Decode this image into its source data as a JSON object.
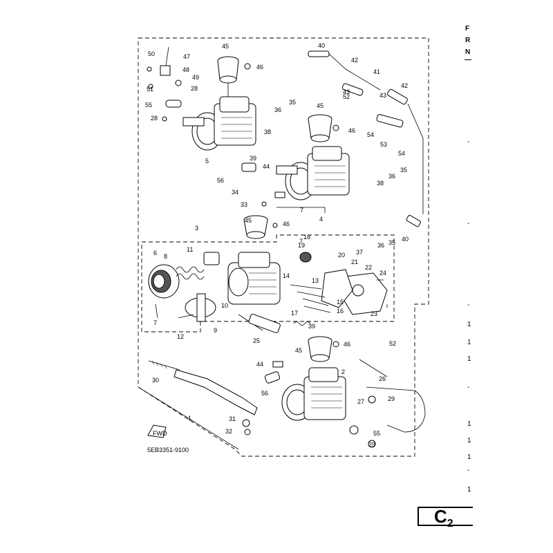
{
  "diagram": {
    "code": "5EB3351-9100",
    "fwd_label": "FWD",
    "section_code": "C",
    "section_sub": "2",
    "right_margin_letters": [
      "F",
      "R",
      "N"
    ],
    "right_margin_marks": [
      "-",
      "-",
      "-",
      "1",
      "1",
      "1",
      "-",
      "1",
      "1",
      "1",
      "-",
      "1"
    ],
    "part_labels": [
      {
        "n": "1"
      },
      {
        "n": "2"
      },
      {
        "n": "3"
      },
      {
        "n": "4"
      },
      {
        "n": "5"
      },
      {
        "n": "6"
      },
      {
        "n": "7"
      },
      {
        "n": "7"
      },
      {
        "n": "7"
      },
      {
        "n": "8"
      },
      {
        "n": "9"
      },
      {
        "n": "10"
      },
      {
        "n": "11"
      },
      {
        "n": "12"
      },
      {
        "n": "13"
      },
      {
        "n": "14"
      },
      {
        "n": "15"
      },
      {
        "n": "16"
      },
      {
        "n": "17"
      },
      {
        "n": "18"
      },
      {
        "n": "19"
      },
      {
        "n": "20"
      },
      {
        "n": "21"
      },
      {
        "n": "22"
      },
      {
        "n": "23"
      },
      {
        "n": "24"
      },
      {
        "n": "25"
      },
      {
        "n": "26"
      },
      {
        "n": "27"
      },
      {
        "n": "28"
      },
      {
        "n": "28"
      },
      {
        "n": "29"
      },
      {
        "n": "29"
      },
      {
        "n": "30"
      },
      {
        "n": "31"
      },
      {
        "n": "32"
      },
      {
        "n": "33"
      },
      {
        "n": "34"
      },
      {
        "n": "35"
      },
      {
        "n": "35"
      },
      {
        "n": "35"
      },
      {
        "n": "36"
      },
      {
        "n": "36"
      },
      {
        "n": "36"
      },
      {
        "n": "37"
      },
      {
        "n": "38"
      },
      {
        "n": "38"
      },
      {
        "n": "39"
      },
      {
        "n": "39"
      },
      {
        "n": "40"
      },
      {
        "n": "40"
      },
      {
        "n": "41"
      },
      {
        "n": "42"
      },
      {
        "n": "42"
      },
      {
        "n": "43"
      },
      {
        "n": "43"
      },
      {
        "n": "44"
      },
      {
        "n": "44"
      },
      {
        "n": "45"
      },
      {
        "n": "45"
      },
      {
        "n": "45"
      },
      {
        "n": "45"
      },
      {
        "n": "46"
      },
      {
        "n": "46"
      },
      {
        "n": "46"
      },
      {
        "n": "46"
      },
      {
        "n": "47"
      },
      {
        "n": "48"
      },
      {
        "n": "49"
      },
      {
        "n": "50"
      },
      {
        "n": "51"
      },
      {
        "n": "52"
      },
      {
        "n": "52"
      },
      {
        "n": "53"
      },
      {
        "n": "54"
      },
      {
        "n": "54"
      },
      {
        "n": "55"
      },
      {
        "n": "55"
      },
      {
        "n": "56"
      },
      {
        "n": "56"
      }
    ]
  }
}
